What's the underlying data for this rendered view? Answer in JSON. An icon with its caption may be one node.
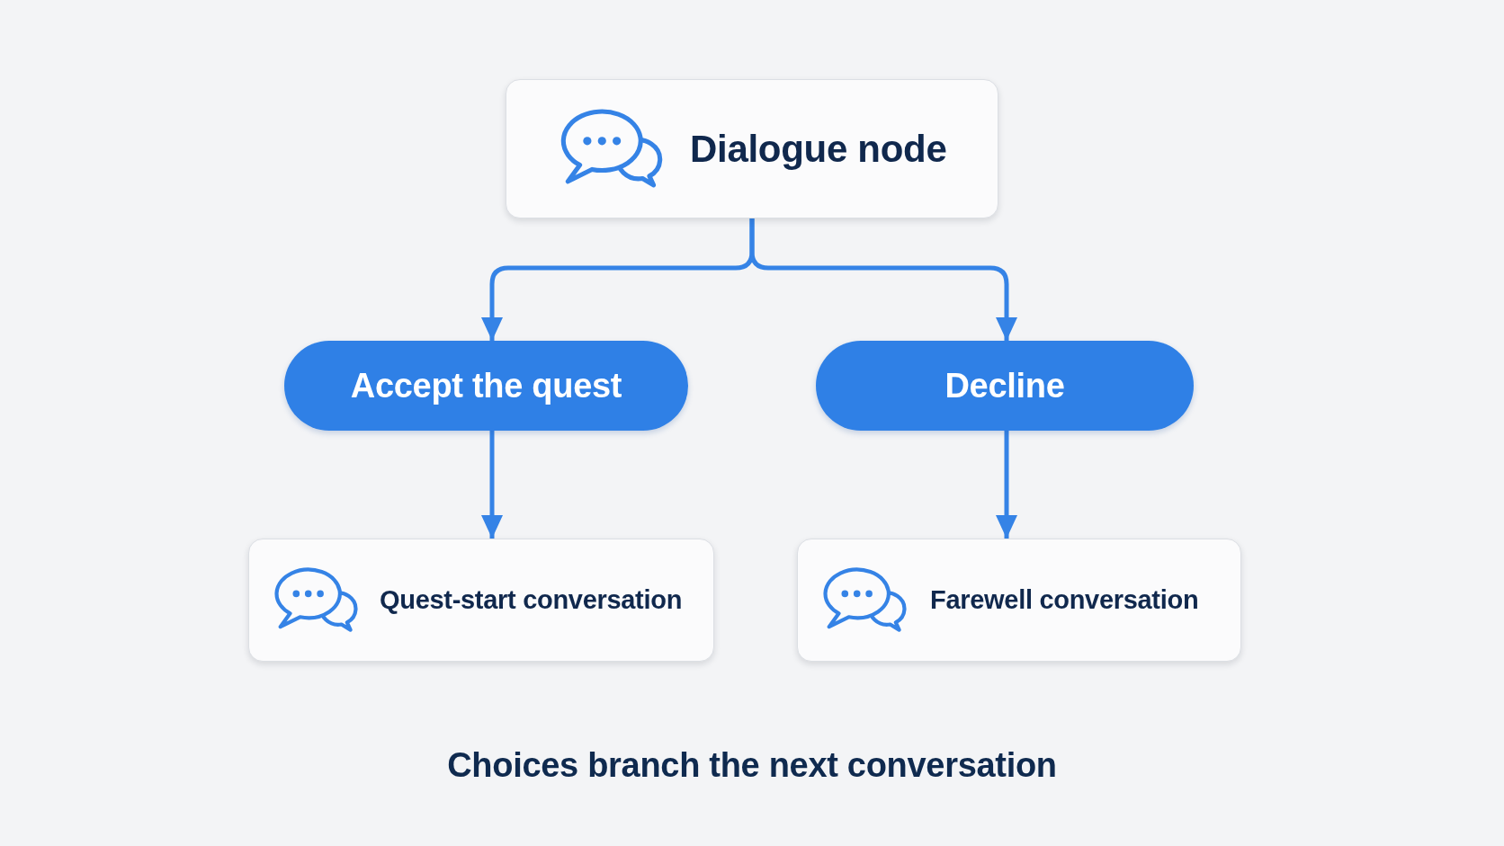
{
  "diagram": {
    "caption": "Choices branch the next conversation",
    "nodes": [
      {
        "text": [
          "Dialogue node"
        ]
      },
      {
        "text": [
          "Accept the quest"
        ]
      },
      {
        "text": [
          "Decline"
        ]
      },
      {
        "text": [
          "Quest-start conversation"
        ]
      },
      {
        "text": [
          "Farewell conversation"
        ]
      }
    ],
    "edges": [
      {
        "from": 0,
        "to": 1,
        "arrow": "to"
      },
      {
        "from": 0,
        "to": 2,
        "arrow": "to"
      },
      {
        "from": 1,
        "to": 3,
        "arrow": "to"
      },
      {
        "from": 2,
        "to": 4,
        "arrow": "to"
      }
    ]
  }
}
